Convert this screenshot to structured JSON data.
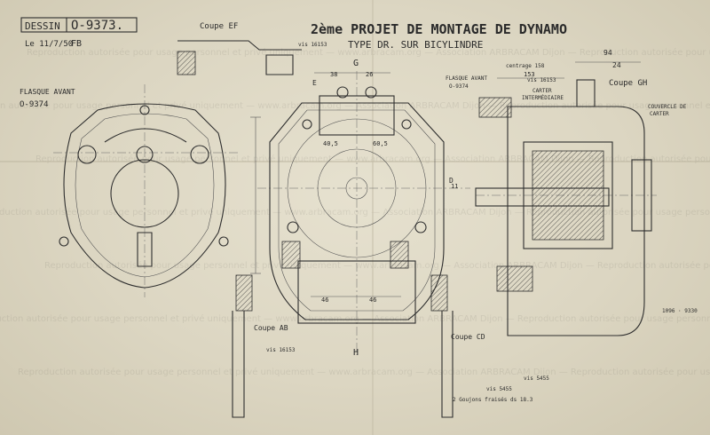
{
  "watermark": {
    "text": "Reproduction autorisée pour usage personnel et privé uniquement — www.arbracam.org — Association ARBRACAM Dijon — Reproduction autorisée pour usage personnel et privé uniquement — Association ARBRACAM Dijon"
  },
  "title_block": {
    "dessin_label": "DESSIN",
    "number": "O-9373.",
    "date": "Le 11/7/50",
    "initials": "FB"
  },
  "title": {
    "line1": "2ème PROJET DE MONTAGE DE DYNAMO",
    "line2": "TYPE DR. SUR BICYLINDRE"
  },
  "labels": {
    "coupe_ef": "Coupe EF",
    "vis_top": "vis 16153",
    "flasque_avant": "FLASQUE AVANT",
    "flasque_number": "O-9374",
    "mark_g": "G",
    "mark_h": "H",
    "mark_e": "E",
    "mark_d": "D",
    "coupe_ab": "Coupe AB",
    "vis_ab": "vis 16153",
    "coupe_cd": "Coupe CD",
    "centrage": "centrage 158",
    "flasque_avant_r": "FLASQUE AVANT",
    "flasque_avant_r_num": "O-9374",
    "vis_gh": "vis 16153",
    "carter_1": "CARTER",
    "carter_2": "INTERMÉDIAIRE",
    "coupe_gh": "Coupe GH",
    "couvercle_1": "COUVERCLE DE",
    "couvercle_2": "CARTER",
    "ref_right": "1096 · 9330",
    "vis_bottom": "vis 5455",
    "note_1": "vis 5455",
    "note_2": "2 Goujons fraisés ds 18.3"
  },
  "dims": {
    "d38": "38",
    "d26": "26",
    "d405": "40,5",
    "d605": "60,5",
    "d46a": "46",
    "d46b": "46",
    "d11": "11",
    "d153": "153",
    "d94": "94",
    "d24": "24"
  }
}
